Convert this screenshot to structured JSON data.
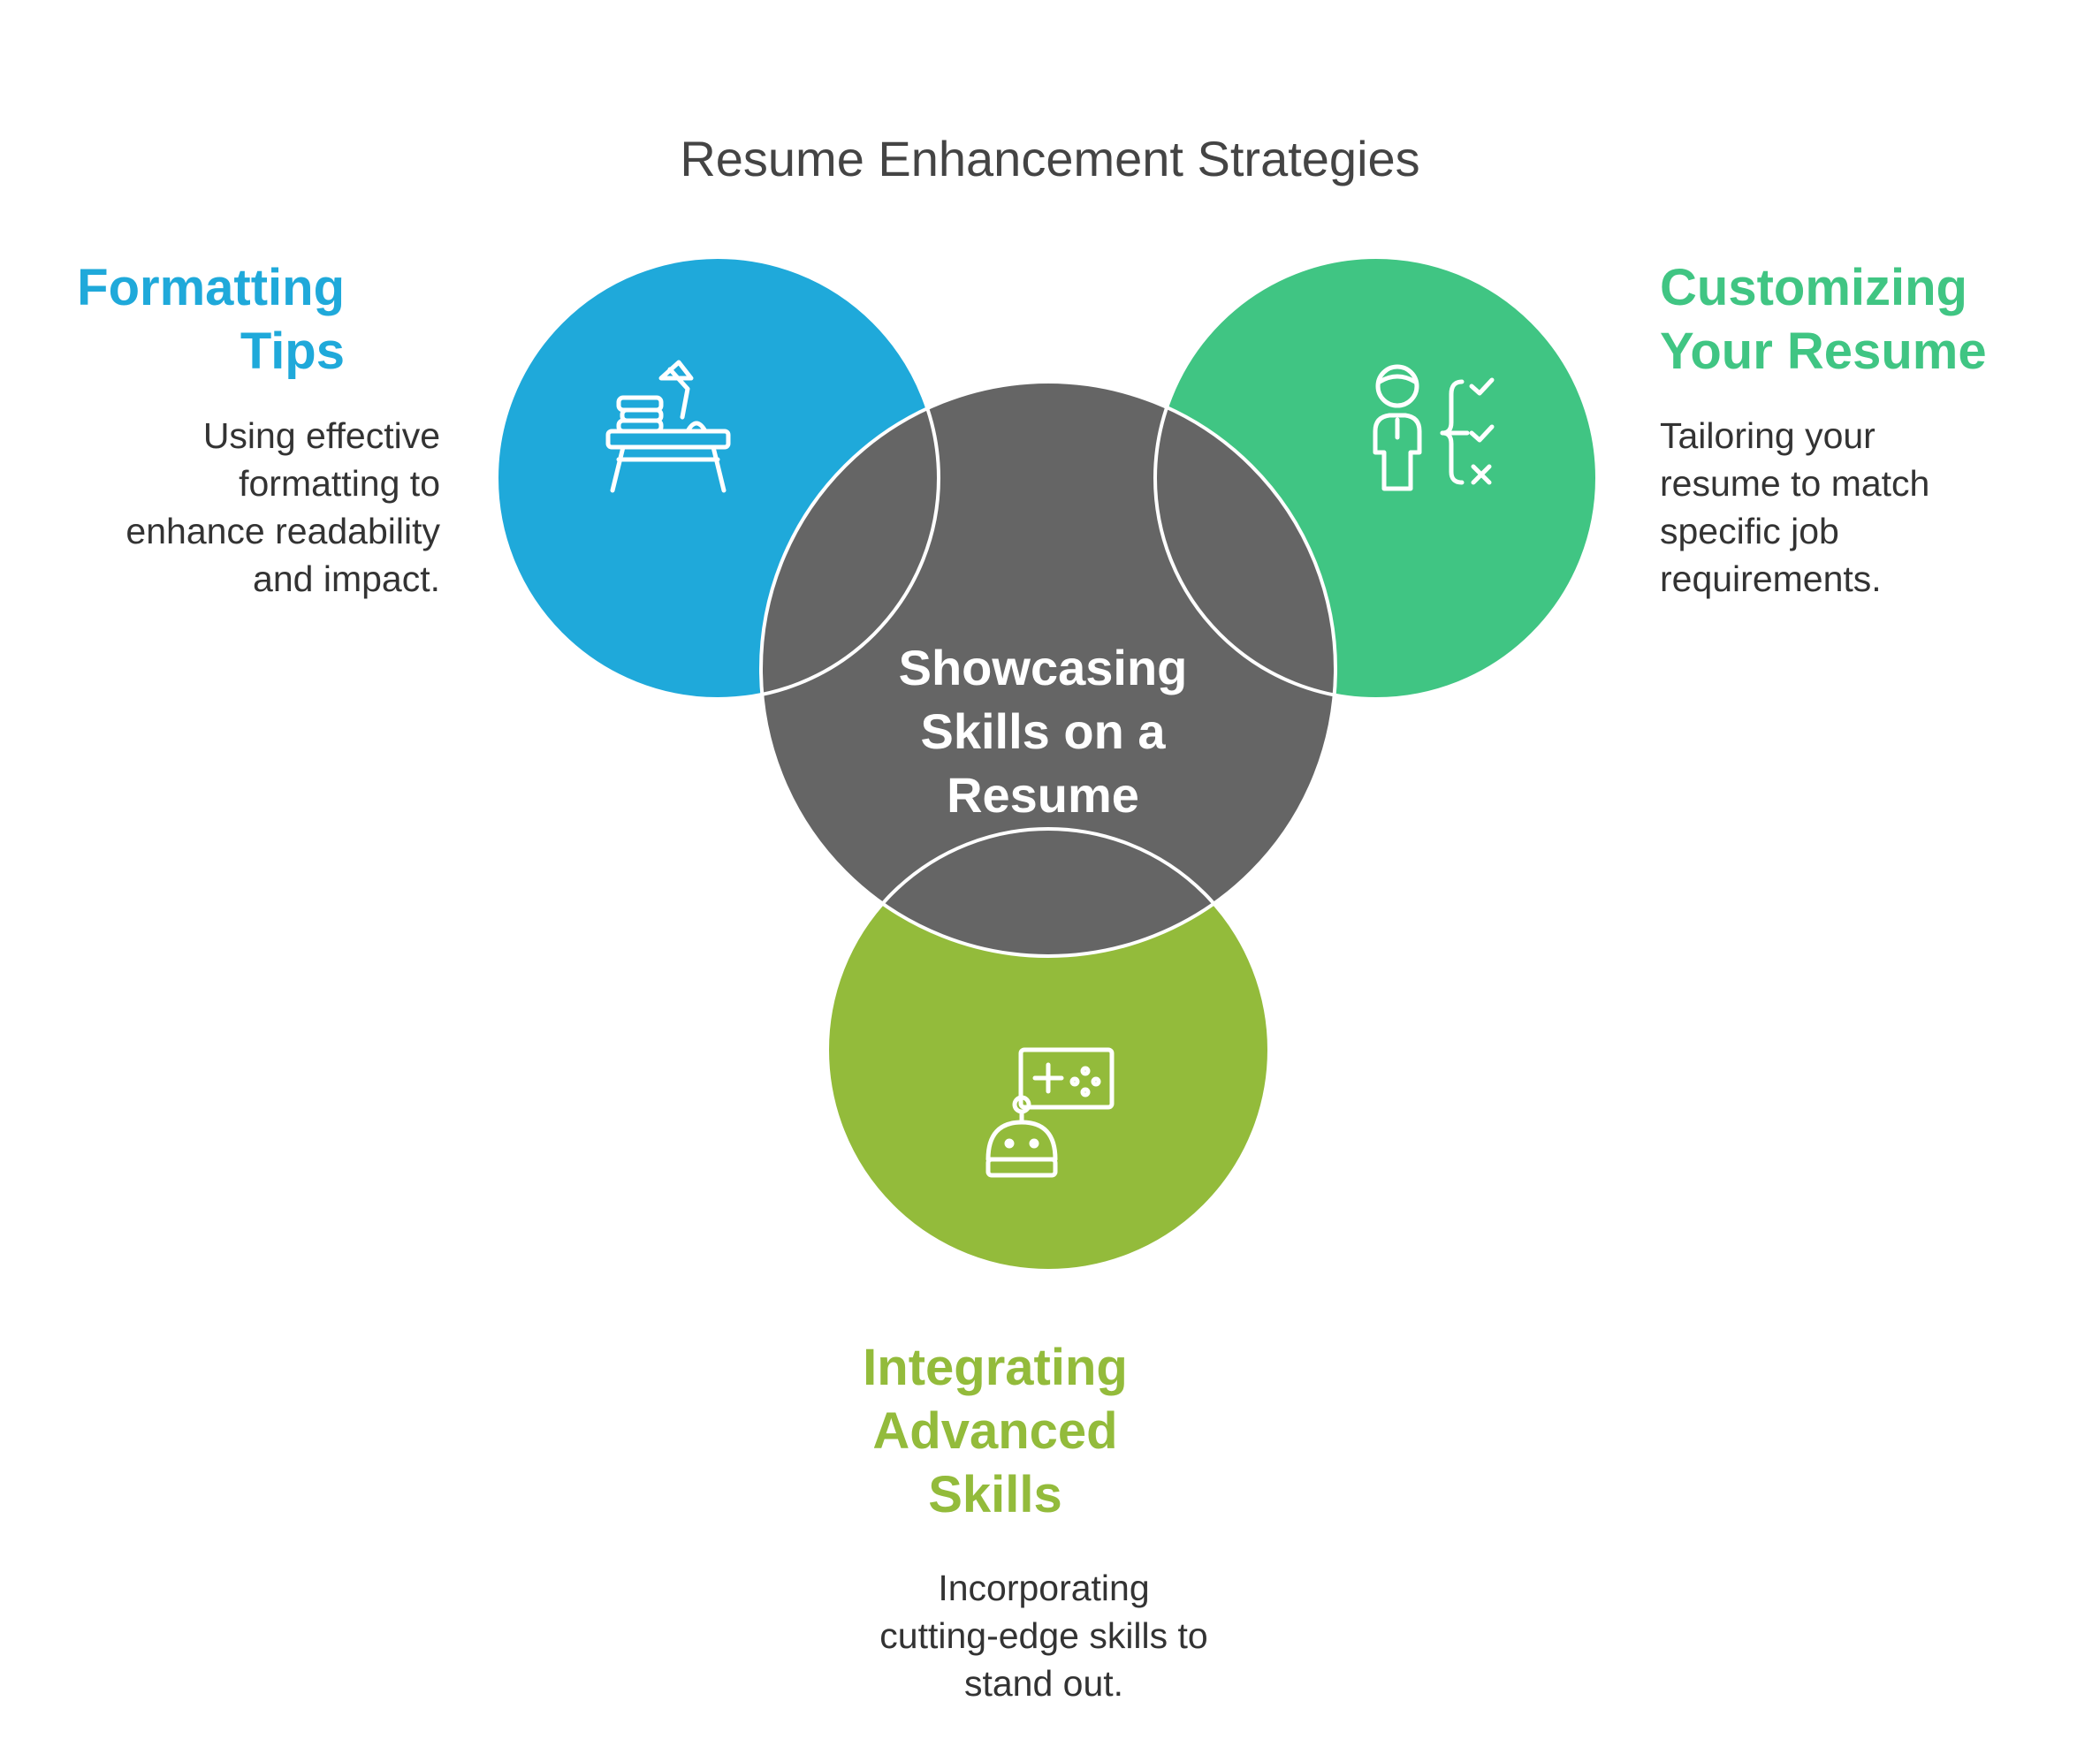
{
  "title": "Resume Enhancement Strategies",
  "colors": {
    "blue": "#1fa9da",
    "green": "#40c583",
    "lime": "#93bb3b",
    "gray": "#656565",
    "text": "#333333"
  },
  "center": {
    "label": "Showcasing\nSkills on a\nResume"
  },
  "items": [
    {
      "heading": "Formatting\nTips",
      "description": "Using effective\nformatting to\nenhance readability\nand impact.",
      "icon": "desk-lamp-books-icon"
    },
    {
      "heading": "Customizing\nYour Resume",
      "description": "Tailoring your\nresume to match\nspecific job\nrequirements.",
      "icon": "person-checklist-icon"
    },
    {
      "heading": "Integrating\nAdvanced\nSkills",
      "description": "Incorporating\ncutting-edge skills to\nstand out.",
      "icon": "robot-gamepad-icon"
    }
  ]
}
